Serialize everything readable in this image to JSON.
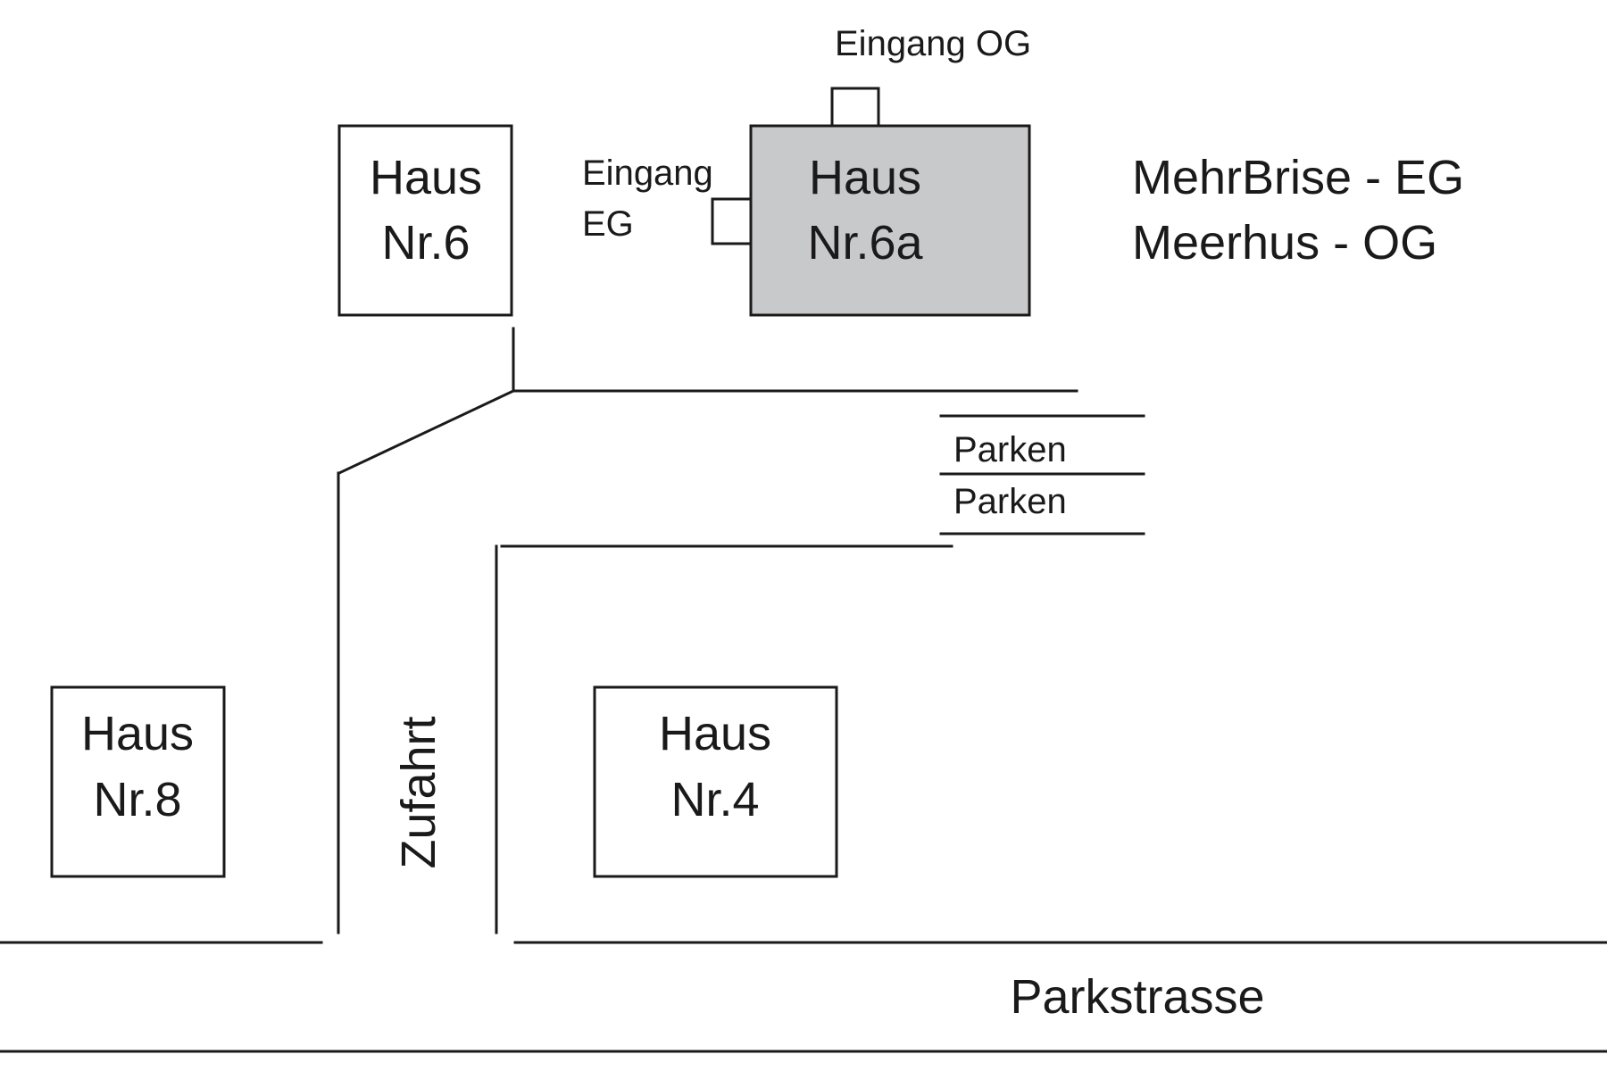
{
  "houses": {
    "nr6": {
      "line1": "Haus",
      "line2": "Nr.6"
    },
    "nr6a": {
      "line1": "Haus",
      "line2": "Nr.6a"
    },
    "nr8": {
      "line1": "Haus",
      "line2": "Nr.8"
    },
    "nr4": {
      "line1": "Haus",
      "line2": "Nr.4"
    }
  },
  "entrances": {
    "og": "Eingang OG",
    "eg_line1": "Eingang",
    "eg_line2": "EG"
  },
  "apartments": {
    "line1": "MehrBrise - EG",
    "line2": "Meerhus - OG"
  },
  "parking": [
    "Parken",
    "Parken"
  ],
  "driveway": "Zufahrt",
  "street": "Parkstrasse",
  "colors": {
    "highlighted_house_fill": "#c8c9cb",
    "line": "#1a1a1a",
    "background": "#ffffff"
  }
}
